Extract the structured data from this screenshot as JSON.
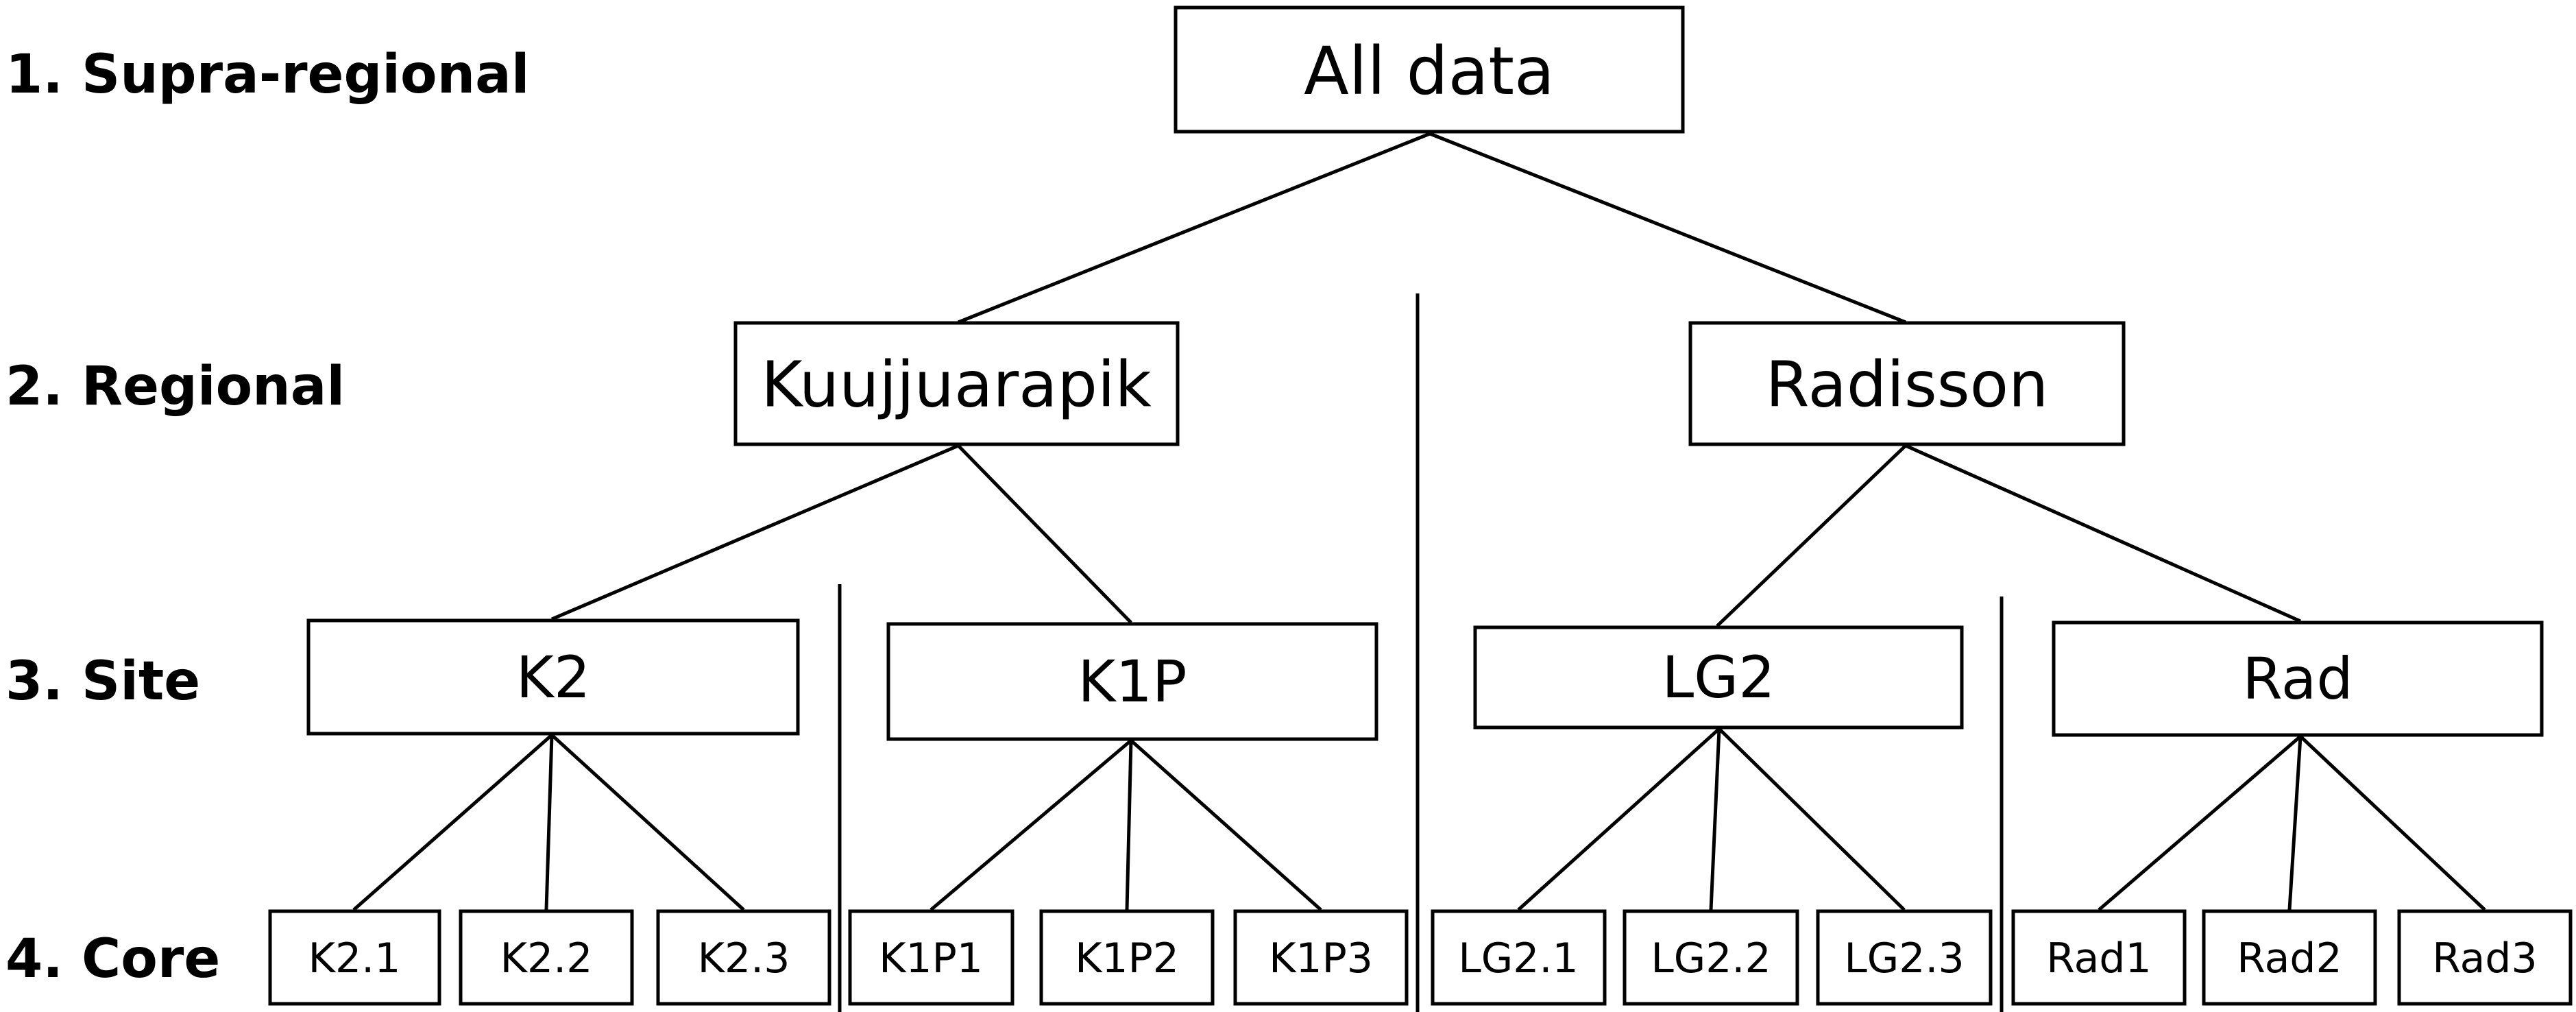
{
  "levels": {
    "supra_regional": "1. Supra-regional",
    "regional": "2. Regional",
    "site": "3. Site",
    "core": "4. Core"
  },
  "nodes": {
    "root": "All data",
    "kuujjuarapik": "Kuujjuarapik",
    "radisson": "Radisson",
    "k2": "K2",
    "k1p": "K1P",
    "lg2": "LG2",
    "rad": "Rad",
    "k2_1": "K2.1",
    "k2_2": "K2.2",
    "k2_3": "K2.3",
    "k1p1": "K1P1",
    "k1p2": "K1P2",
    "k1p3": "K1P3",
    "lg2_1": "LG2.1",
    "lg2_2": "LG2.2",
    "lg2_3": "LG2.3",
    "rad1": "Rad1",
    "rad2": "Rad2",
    "rad3": "Rad3"
  }
}
